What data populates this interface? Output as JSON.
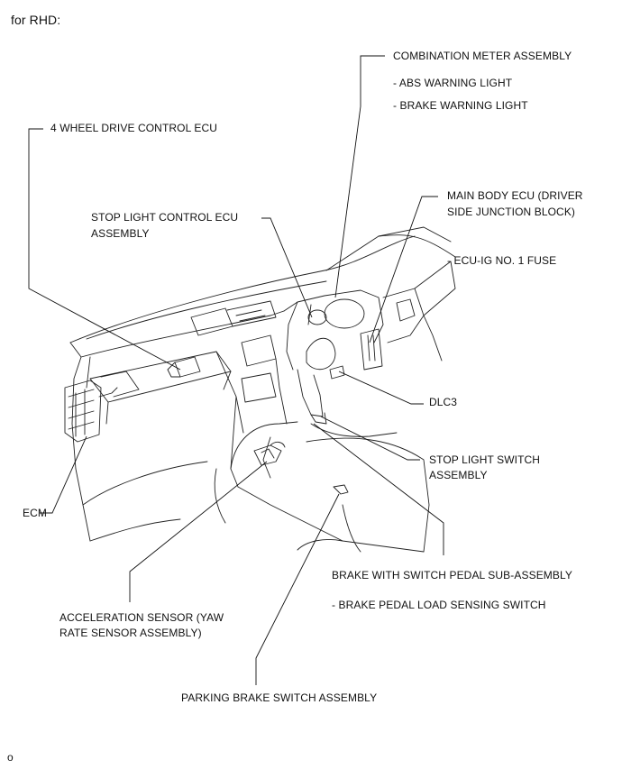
{
  "header": "for RHD:",
  "footer_mark": "o",
  "labels": {
    "combination_meter": "COMBINATION METER ASSEMBLY",
    "abs_warning": "- ABS WARNING LIGHT",
    "brake_warning": "- BRAKE WARNING LIGHT",
    "four_wd_ecu": "4 WHEEL DRIVE CONTROL ECU",
    "main_body_ecu_1": "MAIN BODY ECU (DRIVER",
    "main_body_ecu_2": "SIDE JUNCTION BLOCK)",
    "stop_light_ecu_1": "STOP LIGHT CONTROL ECU",
    "stop_light_ecu_2": "ASSEMBLY",
    "ecu_ig_fuse": "- ECU-IG NO. 1 FUSE",
    "dlc3": "DLC3",
    "stop_light_switch_1": "STOP LIGHT SWITCH",
    "stop_light_switch_2": "ASSEMBLY",
    "ecm": "ECM",
    "brake_pedal_1": "BRAKE WITH SWITCH PEDAL SUB-ASSEMBLY",
    "brake_pedal_2": "- BRAKE PEDAL LOAD SENSING SWITCH",
    "accel_sensor_1": "ACCELERATION SENSOR (YAW",
    "accel_sensor_2": "RATE SENSOR ASSEMBLY)",
    "parking_brake": "PARKING BRAKE SWITCH ASSEMBLY"
  },
  "colors": {
    "line": "#111111",
    "text": "#111111",
    "background": "#ffffff"
  }
}
